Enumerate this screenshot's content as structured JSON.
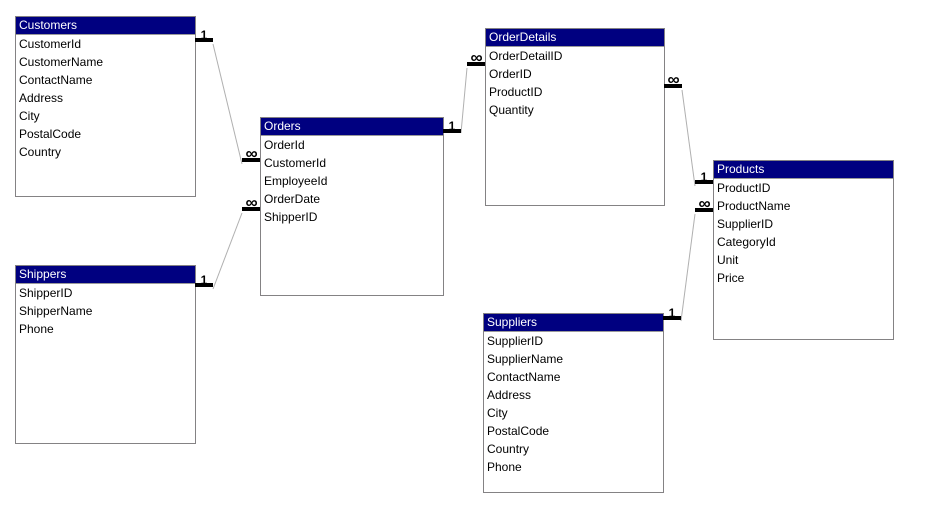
{
  "diagram": {
    "type": "database-relationships",
    "colors": {
      "header_bg": "#000080",
      "header_text": "#ffffff",
      "table_border": "#848284",
      "line_color": "#b0b0b0",
      "marker_color": "#000000"
    },
    "tables": [
      {
        "id": "customers",
        "title": "Customers",
        "fields": [
          "CustomerId",
          "CustomerName",
          "ContactName",
          "Address",
          "City",
          "PostalCode",
          "Country"
        ]
      },
      {
        "id": "shippers",
        "title": "Shippers",
        "fields": [
          "ShipperID",
          "ShipperName",
          "Phone"
        ]
      },
      {
        "id": "orders",
        "title": "Orders",
        "fields": [
          "OrderId",
          "CustomerId",
          "EmployeeId",
          "OrderDate",
          "ShipperID"
        ]
      },
      {
        "id": "orderdetails",
        "title": "OrderDetails",
        "fields": [
          "OrderDetailID",
          "OrderID",
          "ProductID",
          "Quantity"
        ]
      },
      {
        "id": "suppliers",
        "title": "Suppliers",
        "fields": [
          "SupplierID",
          "SupplierName",
          "ContactName",
          "Address",
          "City",
          "PostalCode",
          "Country",
          "Phone"
        ]
      },
      {
        "id": "products",
        "title": "Products",
        "fields": [
          "ProductID",
          "ProductName",
          "SupplierID",
          "CategoryId",
          "Unit",
          "Price"
        ]
      }
    ],
    "relationships": [
      {
        "one": {
          "table": "Customers",
          "field": "CustomerId"
        },
        "many": {
          "table": "Orders",
          "field": "CustomerId"
        },
        "one_label": "1",
        "many_label": "∞"
      },
      {
        "one": {
          "table": "Shippers",
          "field": "ShipperID"
        },
        "many": {
          "table": "Orders",
          "field": "ShipperID"
        },
        "one_label": "1",
        "many_label": "∞"
      },
      {
        "one": {
          "table": "Orders",
          "field": "OrderId"
        },
        "many": {
          "table": "OrderDetails",
          "field": "OrderID"
        },
        "one_label": "1",
        "many_label": "∞"
      },
      {
        "one": {
          "table": "Products",
          "field": "ProductID"
        },
        "many": {
          "table": "OrderDetails",
          "field": "ProductID"
        },
        "one_label": "1",
        "many_label": "∞"
      },
      {
        "one": {
          "table": "Suppliers",
          "field": "SupplierID"
        },
        "many": {
          "table": "Products",
          "field": "SupplierID"
        },
        "one_label": "1",
        "many_label": "∞"
      }
    ]
  }
}
